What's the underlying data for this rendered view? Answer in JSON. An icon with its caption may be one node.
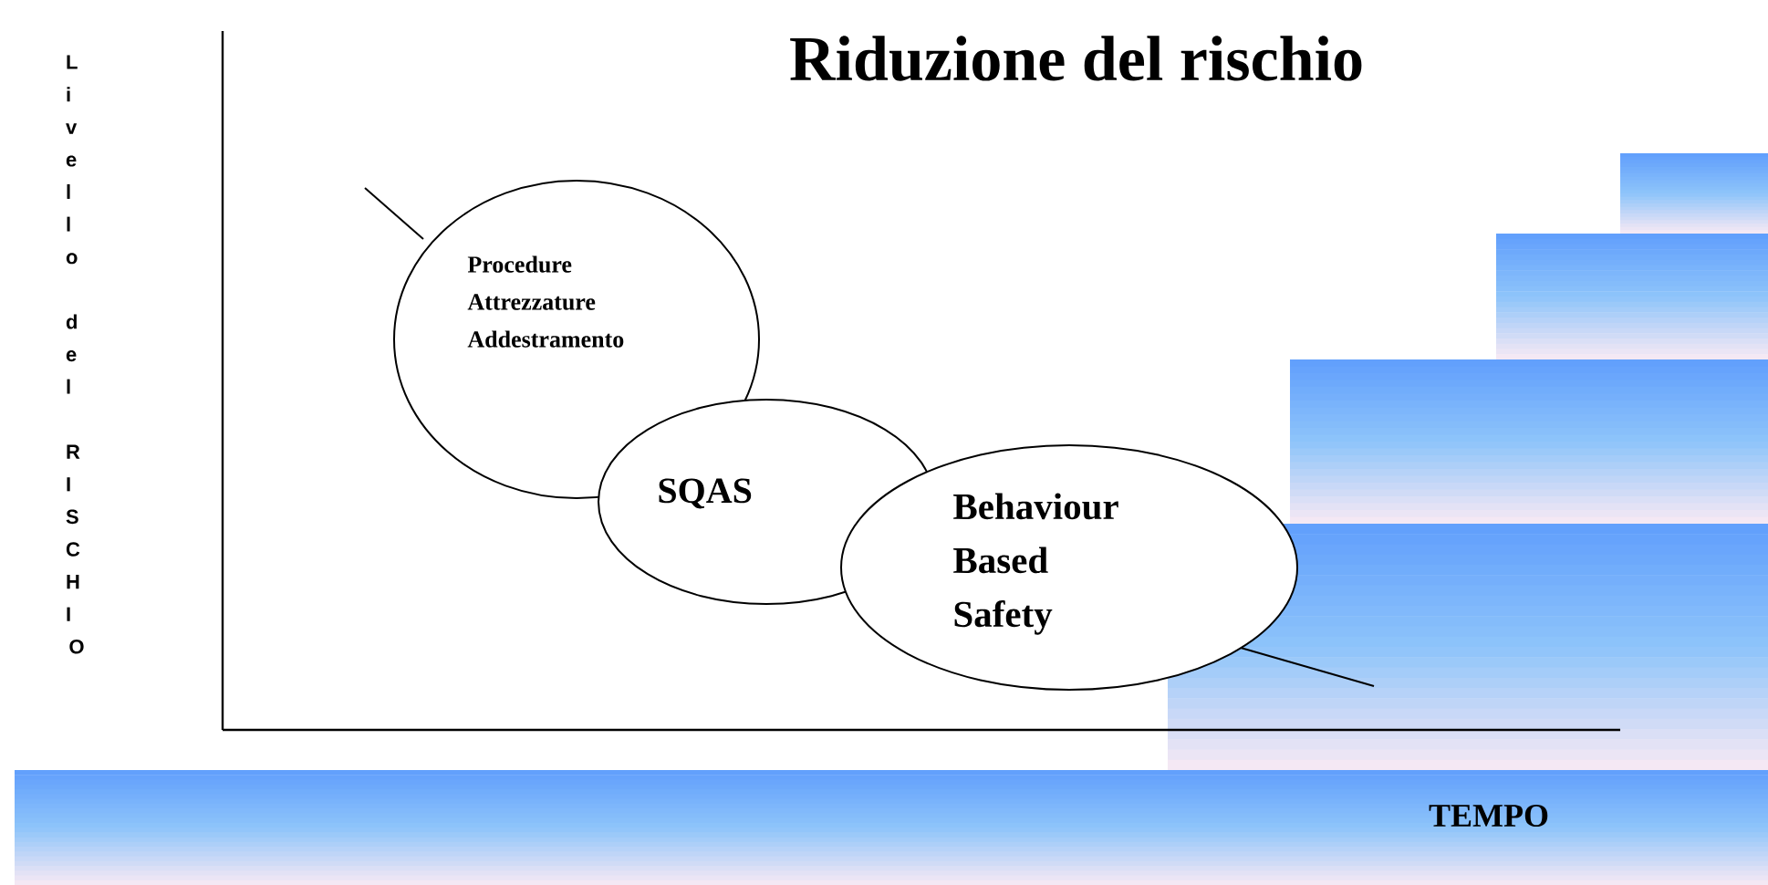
{
  "diagram": {
    "title": "Riduzione del rischio",
    "nodes": [
      {
        "text": [
          "Procedure Attrezzature Addestramento"
        ]
      },
      {
        "text": [
          "SQAS"
        ]
      },
      {
        "text": [
          "Behaviour Based Safety"
        ]
      }
    ],
    "labels": [
      "Livello del RISCHIO",
      "TEMPO"
    ]
  }
}
